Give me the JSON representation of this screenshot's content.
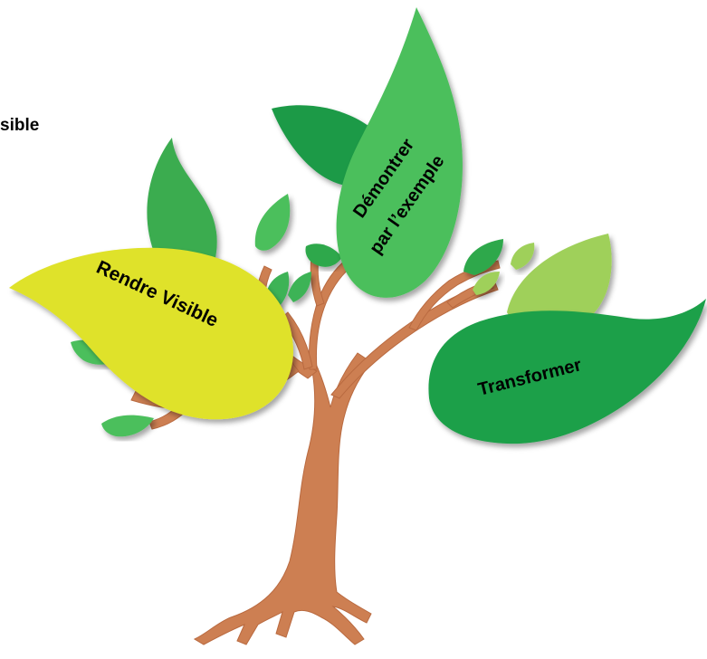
{
  "corner_text": "sible",
  "leaves": {
    "rendre_visible": "Rendre Visible",
    "demontrer_line1": "Démontrer",
    "demontrer_line2": "par l’exemple",
    "transformer": "Transformer"
  },
  "colors": {
    "trunk": "#cd7f52",
    "yellow_leaf": "#dfe22c",
    "bright_leaf": "#4cbf5c",
    "dark_leaf": "#1ea04a",
    "light_leaf": "#9fd05a",
    "mid_leaf": "#3db357"
  }
}
